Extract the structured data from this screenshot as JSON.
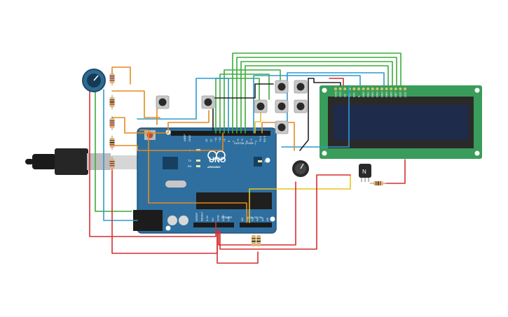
{
  "board": {
    "brand": "ARDUINO",
    "model": "UNO",
    "digital_label": "DIGITAL (PWM~)",
    "power_label": "POWER",
    "analog_label": "ANALOG IN",
    "led_labels": [
      "L",
      "TX",
      "RX"
    ],
    "on_label": "ON",
    "aref_label": "AREF",
    "gnd_label": "GND",
    "power_pins": [
      "IOREF",
      "RESET",
      "3.3V",
      "5V",
      "GND",
      "GND",
      "VIN"
    ],
    "analog_pins": [
      "A0",
      "A1",
      "A2",
      "A3",
      "A4",
      "A5"
    ],
    "digital_pins": [
      "13",
      "12",
      "~11",
      "~10",
      "~9",
      "8",
      "7",
      "~6",
      "~5",
      "4",
      "~3",
      "2",
      "TX 1",
      "RX 0"
    ]
  },
  "lcd": {
    "pin_labels": [
      "GND",
      "VCC",
      "V0",
      "RS",
      "RW",
      "E",
      "DB0",
      "DB1",
      "DB2",
      "DB3",
      "DB4",
      "DB5",
      "DB6",
      "DB7",
      "LED",
      "LED"
    ]
  },
  "transistor": {
    "label": "N"
  },
  "colors": {
    "board": "#2f6f9f",
    "lcd_pcb": "#3a9c5a",
    "lcd_screen": "#1e2b4a",
    "wire_red": "#d62e2e",
    "wire_green": "#3cac3c",
    "wire_orange": "#e58a1f",
    "wire_blue": "#2e9ad0",
    "wire_yellow": "#e8c21e",
    "wire_black": "#222222"
  }
}
